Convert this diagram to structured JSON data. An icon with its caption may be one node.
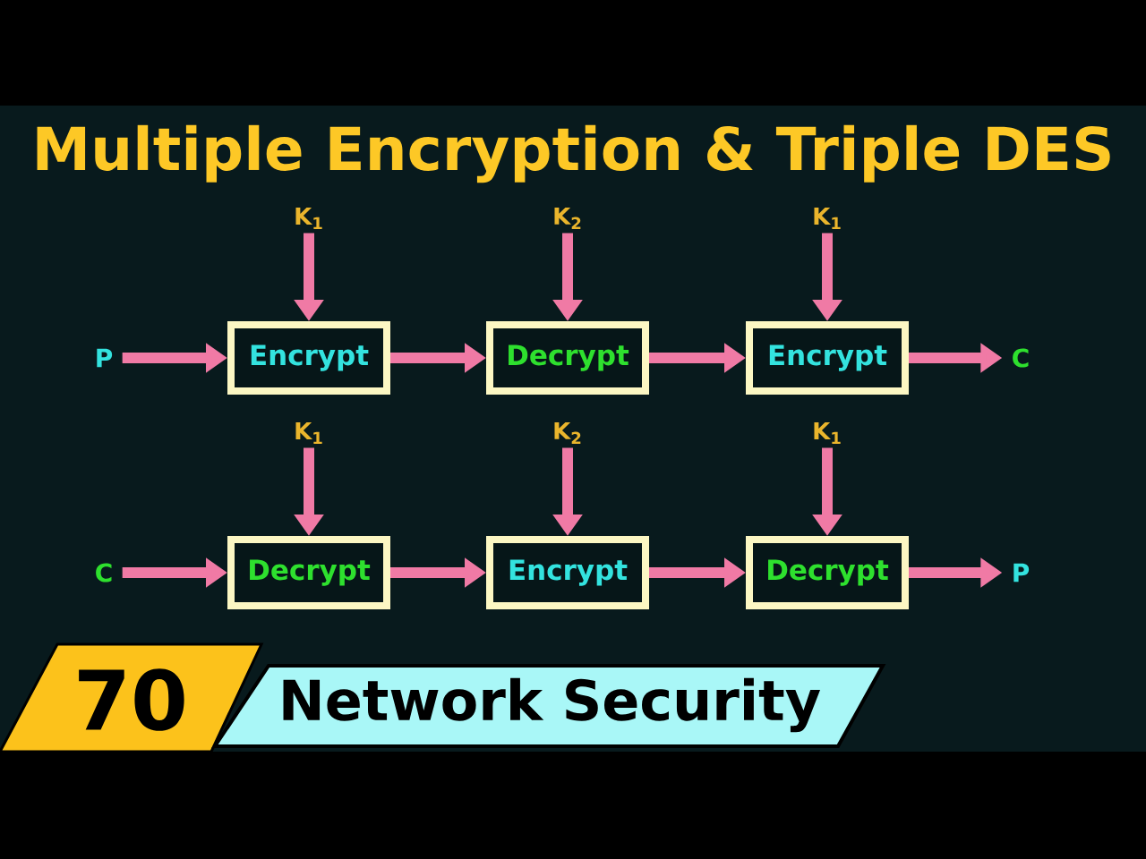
{
  "diagram": {
    "title": "Multiple Encryption & Triple DES",
    "nodes": [
      {
        "text": [
          "K$_{1}$"
        ]
      },
      {
        "text": [
          "K$_{2}$"
        ]
      },
      {
        "text": [
          "K$_{1}$"
        ]
      },
      {
        "text": [
          "P"
        ]
      },
      {
        "text": [
          "Encrypt"
        ]
      },
      {
        "text": [
          "Decrypt"
        ]
      },
      {
        "text": [
          "Encrypt"
        ]
      },
      {
        "text": [
          "C"
        ]
      },
      {
        "text": [
          "K$_{1}$"
        ]
      },
      {
        "text": [
          "K$_{2}$"
        ]
      },
      {
        "text": [
          "K$_{1}$"
        ]
      },
      {
        "text": [
          "C"
        ]
      },
      {
        "text": [
          "Decrypt"
        ]
      },
      {
        "text": [
          "Encrypt"
        ]
      },
      {
        "text": [
          "Decrypt"
        ]
      },
      {
        "text": [
          "P"
        ]
      },
      {
        "text": [
          "70"
        ]
      },
      {
        "text": [
          "Network Security"
        ]
      }
    ],
    "edges": [
      {
        "from": 0,
        "to": 4,
        "arrow": "to"
      },
      {
        "from": 1,
        "to": 5,
        "arrow": "to"
      },
      {
        "from": 2,
        "to": 6,
        "arrow": "to"
      },
      {
        "from": 3,
        "to": 4,
        "arrow": "to"
      },
      {
        "from": 4,
        "to": 5,
        "arrow": "to"
      },
      {
        "from": 5,
        "to": 6,
        "arrow": "to"
      },
      {
        "from": 6,
        "to": 7,
        "arrow": "to"
      },
      {
        "from": 8,
        "to": 12,
        "arrow": "to"
      },
      {
        "from": 9,
        "to": 13,
        "arrow": "to"
      },
      {
        "from": 10,
        "to": 14,
        "arrow": "to"
      },
      {
        "from": 11,
        "to": 12,
        "arrow": "to"
      },
      {
        "from": 12,
        "to": 13,
        "arrow": "to"
      },
      {
        "from": 13,
        "to": 14,
        "arrow": "to"
      },
      {
        "from": 14,
        "to": 15,
        "arrow": "to"
      }
    ]
  }
}
